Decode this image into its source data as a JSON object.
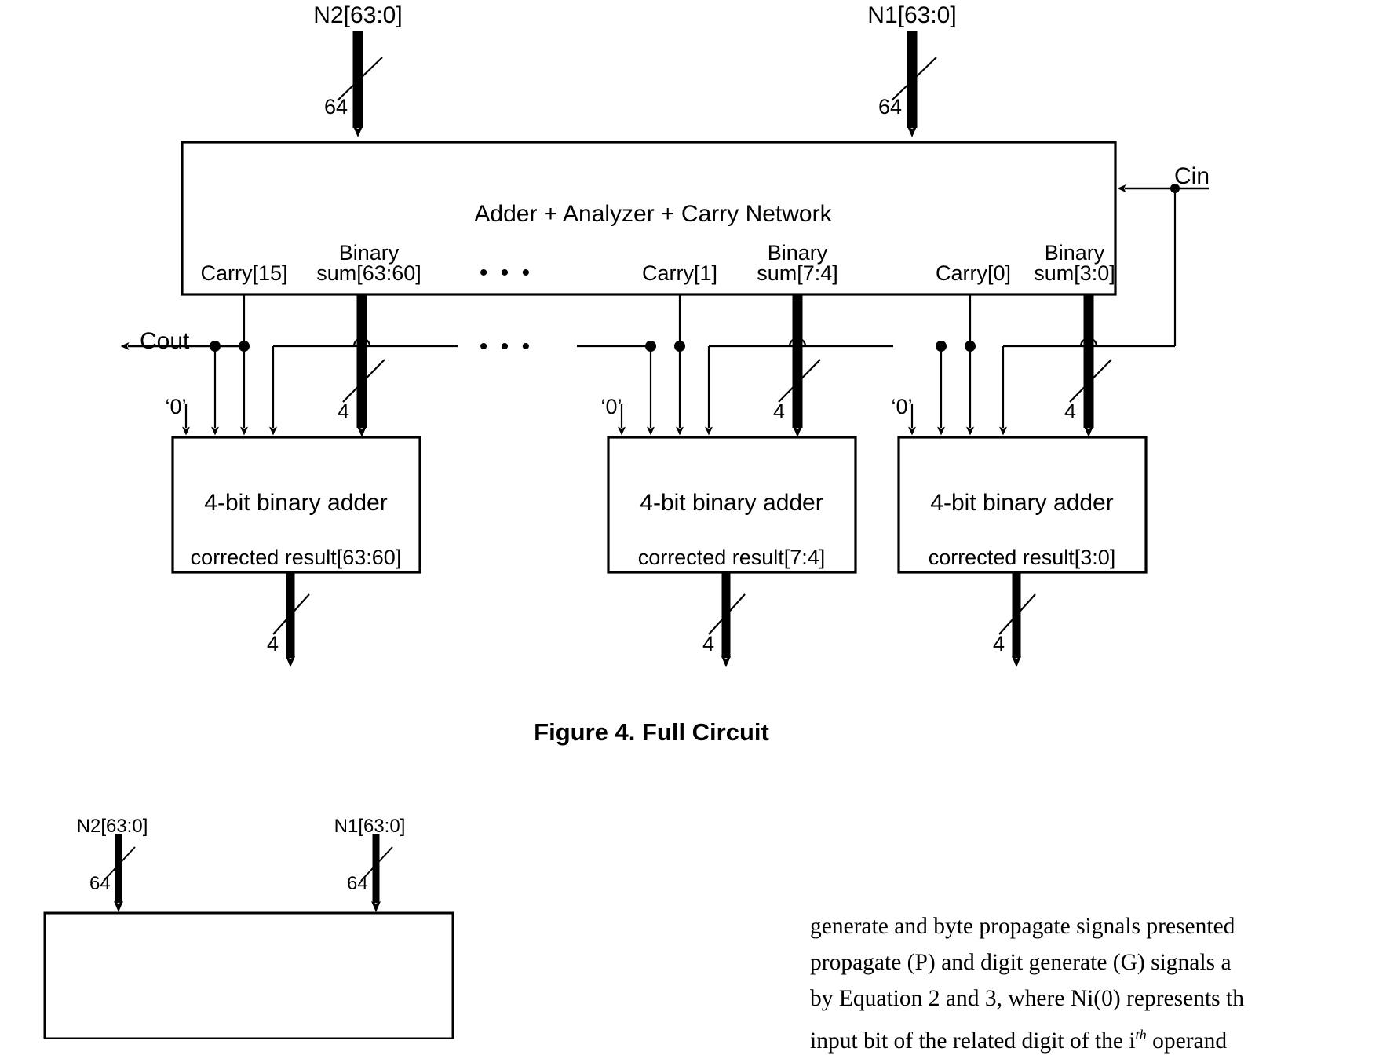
{
  "figure": {
    "caption": "Figure 4. Full Circuit",
    "inputs": [
      {
        "name": "N2[63:0]",
        "width": "64"
      },
      {
        "name": "N1[63:0]",
        "width": "64"
      }
    ],
    "carry_in": "Cin",
    "carry_out": "Cout",
    "main_block": {
      "title": "Adder + Analyzer + Carry Network"
    },
    "ellipsis": "•   •   •",
    "port_labels": [
      {
        "carry": "Carry[15]",
        "sum_top": "Binary",
        "sum_bottom": "sum[63:60]"
      },
      {
        "carry": "Carry[1]",
        "sum_top": "Binary",
        "sum_bottom": "sum[7:4]"
      },
      {
        "carry": "Carry[0]",
        "sum_top": "Binary",
        "sum_bottom": "sum[3:0]"
      }
    ],
    "zero_label": "‘0’",
    "bus_width": "4",
    "adders": [
      {
        "title": "4-bit binary adder",
        "result": "corrected result[63:60]",
        "out_width": "4"
      },
      {
        "title": "4-bit binary adder",
        "result": "corrected result[7:4]",
        "out_width": "4"
      },
      {
        "title": "4-bit binary adder",
        "result": "corrected result[3:0]",
        "out_width": "4"
      }
    ]
  },
  "figure_partial": {
    "inputs": [
      {
        "name": "N2[63:0]",
        "width": "64"
      },
      {
        "name": "N1[63:0]",
        "width": "64"
      }
    ]
  },
  "body_text": {
    "lines": [
      "generate and byte propagate signals presented",
      "propagate (P) and digit generate (G) signals a",
      "by Equation 2 and 3, where Ni(0) represents th",
      "input bit of the related digit of the i"
    ],
    "line4_sup": "th",
    "line4_tail": " operand"
  }
}
